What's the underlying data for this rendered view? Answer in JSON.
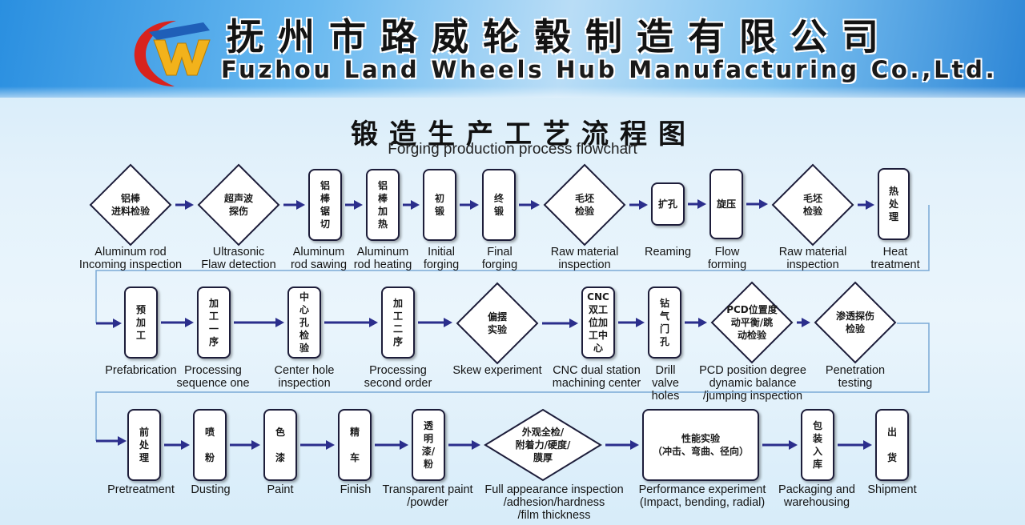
{
  "header": {
    "company_cn": "抚州市路威轮毂制造有限公司",
    "company_en": "Fuzhou Land Wheels Hub Manufacturing Co.,Ltd.",
    "logo_letter": "W"
  },
  "title": {
    "cn": "锻造生产工艺流程图",
    "en": "Forging production process flowchart"
  },
  "colors": {
    "arrow": "#2b2e8c",
    "logo_red": "#d8231e",
    "logo_yellow": "#f2b21b",
    "logo_blue": "#1f5fb8"
  },
  "rows": [
    [
      {
        "cn": "铝棒\n进料检验",
        "en": "Aluminum rod\nIncoming inspection"
      },
      {
        "cn": "超声波\n探伤",
        "en": "Ultrasonic\nFlaw detection"
      },
      {
        "cn": "铝\n棒\n锯\n切",
        "en": "Aluminum\nrod sawing"
      },
      {
        "cn": "铝\n棒\n加\n热",
        "en": "Aluminum\nrod heating"
      },
      {
        "cn": "初\n锻",
        "en": "Initial\nforging"
      },
      {
        "cn": "终\n锻",
        "en": "Final\nforging"
      },
      {
        "cn": "毛坯\n检验",
        "en": "Raw material\ninspection"
      },
      {
        "cn": "扩孔",
        "en": "Reaming"
      },
      {
        "cn": "旋压",
        "en": "Flow\nforming"
      },
      {
        "cn": "毛坯\n检验",
        "en": "Raw material\ninspection"
      },
      {
        "cn": "热\n处\n理",
        "en": "Heat\ntreatment"
      }
    ],
    [
      {
        "cn": "预\n加\n工",
        "en": "Prefabrication"
      },
      {
        "cn": "加\n工\n一\n序",
        "en": "Processing\nsequence one"
      },
      {
        "cn": "中\n心\n孔\n检\n验",
        "en": "Center hole\ninspection"
      },
      {
        "cn": "加\n工\n二\n序",
        "en": "Processing\nsecond order"
      },
      {
        "cn": "偏摆\n实验",
        "en": "Skew experiment"
      },
      {
        "cn": "CNC\n双工\n位加\n工中\n心",
        "en": "CNC dual station\nmachining center"
      },
      {
        "cn": "钻\n气\n门\n孔",
        "en": "Drill\nvalve\nholes"
      },
      {
        "cn": "PCD位置度\n动平衡/跳\n动检验",
        "en": "PCD position degree\ndynamic balance\n/jumping inspection"
      },
      {
        "cn": "渗透探伤\n检验",
        "en": "Penetration\ntesting"
      }
    ],
    [
      {
        "cn": "前\n处\n理",
        "en": "Pretreatment"
      },
      {
        "cn": "喷\n\n粉",
        "en": "Dusting"
      },
      {
        "cn": "色\n\n漆",
        "en": "Paint"
      },
      {
        "cn": "精\n\n车",
        "en": "Finish"
      },
      {
        "cn": "透\n明\n漆/\n粉",
        "en": "Transparent paint\n/powder"
      },
      {
        "cn": "外观全检/\n附着力/硬度/\n膜厚",
        "en": "Full appearance inspection\n/adhesion/hardness\n/film thickness"
      },
      {
        "cn": "性能实验\n（冲击、弯曲、径向）",
        "en": "Performance experiment\n(Impact, bending, radial)"
      },
      {
        "cn": "包\n装\n入\n库",
        "en": "Packaging and\nwarehousing"
      },
      {
        "cn": "出\n\n货",
        "en": "Shipment"
      }
    ]
  ]
}
